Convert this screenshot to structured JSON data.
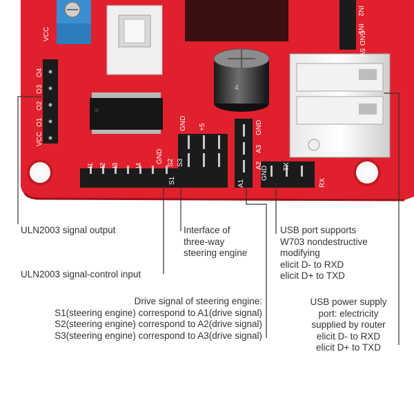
{
  "board": {
    "color": "#e0202c",
    "silkscreen": {
      "vcc_top": "VCC",
      "left_header": [
        "O4",
        "O3",
        "O2",
        "O1",
        "VCC"
      ],
      "bottom_header": [
        "I1",
        "I2",
        "I3",
        "I4",
        "GND",
        "S1",
        "S2",
        "S3"
      ],
      "servo_header": [
        "GND",
        "+5"
      ],
      "analog_header": [
        "A1",
        "A2",
        "A3",
        "GND"
      ],
      "uart_header": [
        "GND",
        "TX",
        "RX"
      ],
      "right_header": [
        "IN2",
        "IN1",
        "GND",
        "5V"
      ],
      "capacitor_mark": "4"
    }
  },
  "annotations": {
    "uln_output": "ULN2003 signal output",
    "uln_input": "ULN2003 signal-control input",
    "steering_interface": "Interface of\nthree-way\nsteering engine",
    "usb_port": "USB port supports\nW703 nondestructive\nmodifying\nelicit D- to RXD\nelicit D+ to TXD",
    "drive_signal": "Drive signal of steering engine:\nS1(steering engine) correspond to A1(drive signal)\nS2(steering engine) correspond to A2(drive signal)\nS3(steering engine) correspond to A3(drive signal)",
    "usb_power": "USB power supply\nport: electricity\nsupplied by router\nelicit D- to RXD\nelicit D+ to TXD"
  }
}
